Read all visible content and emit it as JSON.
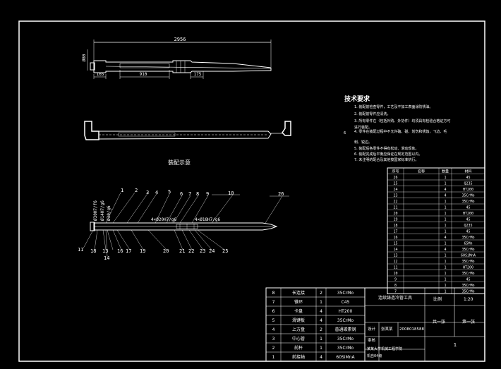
{
  "drawing": {
    "top_view": {
      "overall_length": "2956",
      "height": "Ø80",
      "dim_left": "165",
      "dim_mid": "910",
      "dim_right": "175"
    },
    "section_caption": "装配示意",
    "balloons": [
      "1",
      "2",
      "3",
      "4",
      "5",
      "6",
      "7",
      "8",
      "9",
      "10",
      "26",
      "11",
      "18",
      "13",
      "16",
      "17",
      "19",
      "20",
      "21",
      "22",
      "23",
      "24",
      "25",
      "14"
    ],
    "fits": [
      "Ø30H7/f6",
      "Ø14H7/g6",
      "Ø30/g6"
    ],
    "fit_labels": {
      "left": "4×Ø20H7/g6",
      "right": "4×Ø18H7/g6"
    }
  },
  "tech_req": {
    "title": "技术要求",
    "lines": [
      "1. 装配前检查零件，工艺及不加工表面涂防锈油。",
      "2. 装配前零件应清洗。",
      "3. 所有零件在（包括外购、外协件）均须具有检验合格证方可",
      "   进行装配。",
      "4. 零件在装配过程中不允许磕、碰、划伤和锈蚀，飞边、毛",
      "   刺、锐边。",
      "5. 装配后各零件不得有松动、滑动现象。",
      "6. 装配完成后平衡应保证在规定范围以内。",
      "7. 未注明的配合及其他按国家标准执行。"
    ],
    "note": "6"
  },
  "bom_right": {
    "headers": [
      "序号",
      "名称",
      "数量",
      "材料"
    ],
    "rows": [
      [
        "26",
        "",
        "1",
        "45"
      ],
      [
        "25",
        "",
        "1",
        "Q235"
      ],
      [
        "24",
        "",
        "4",
        "HT200"
      ],
      [
        "23",
        "",
        "4",
        "35CrMo"
      ],
      [
        "22",
        "",
        "1",
        "35CrMo"
      ],
      [
        "21",
        "",
        "1",
        "45"
      ],
      [
        "20",
        "",
        "1",
        "HT200"
      ],
      [
        "19",
        "",
        "1",
        "45"
      ],
      [
        "18",
        "",
        "1",
        "Q235"
      ],
      [
        "17",
        "",
        "1",
        "45"
      ],
      [
        "16",
        "",
        "4",
        "35CrMo"
      ],
      [
        "15",
        "",
        "1",
        "65Mn"
      ],
      [
        "14",
        "",
        "4",
        "35CrMo"
      ],
      [
        "13",
        "",
        "1",
        "60SiMnA"
      ],
      [
        "12",
        "",
        "1",
        "35CrMo"
      ],
      [
        "11",
        "",
        "1",
        "HT200"
      ],
      [
        "10",
        "",
        "1",
        "35CrMo"
      ],
      [
        "9",
        "",
        "1",
        "45"
      ],
      [
        "8",
        "",
        "1",
        "35CrMo"
      ],
      [
        "7",
        "",
        "1",
        "35CrMo"
      ]
    ]
  },
  "bom_bottom": {
    "rows": [
      [
        "8",
        "长连接",
        "2",
        "35CrMo"
      ],
      [
        "7",
        "锥环",
        "1",
        "C45"
      ],
      [
        "6",
        "卡盘",
        "4",
        "HT200"
      ],
      [
        "5",
        "滑键板",
        "4",
        "35CrMo"
      ],
      [
        "4",
        "上方盘",
        "2",
        "普通碳素钢"
      ],
      [
        "3",
        "中心管",
        "1",
        "35CrMo"
      ],
      [
        "2",
        "前杆",
        "1",
        "35CrMo"
      ],
      [
        "1",
        "前接轴",
        "4",
        "60SiMnA"
      ]
    ]
  },
  "title_block": {
    "drawing_title": "连续铸造冷管工具",
    "scale_label": "比例",
    "scale": "1:20",
    "design_label": "设计",
    "design_name": "张某某",
    "number": "2008018588",
    "check_label": "审核",
    "sheets_label": "共一张",
    "sheet_label": "第一张",
    "school": "某某大学机械工程学院",
    "class": "机自04级",
    "sheet_no": "1"
  }
}
